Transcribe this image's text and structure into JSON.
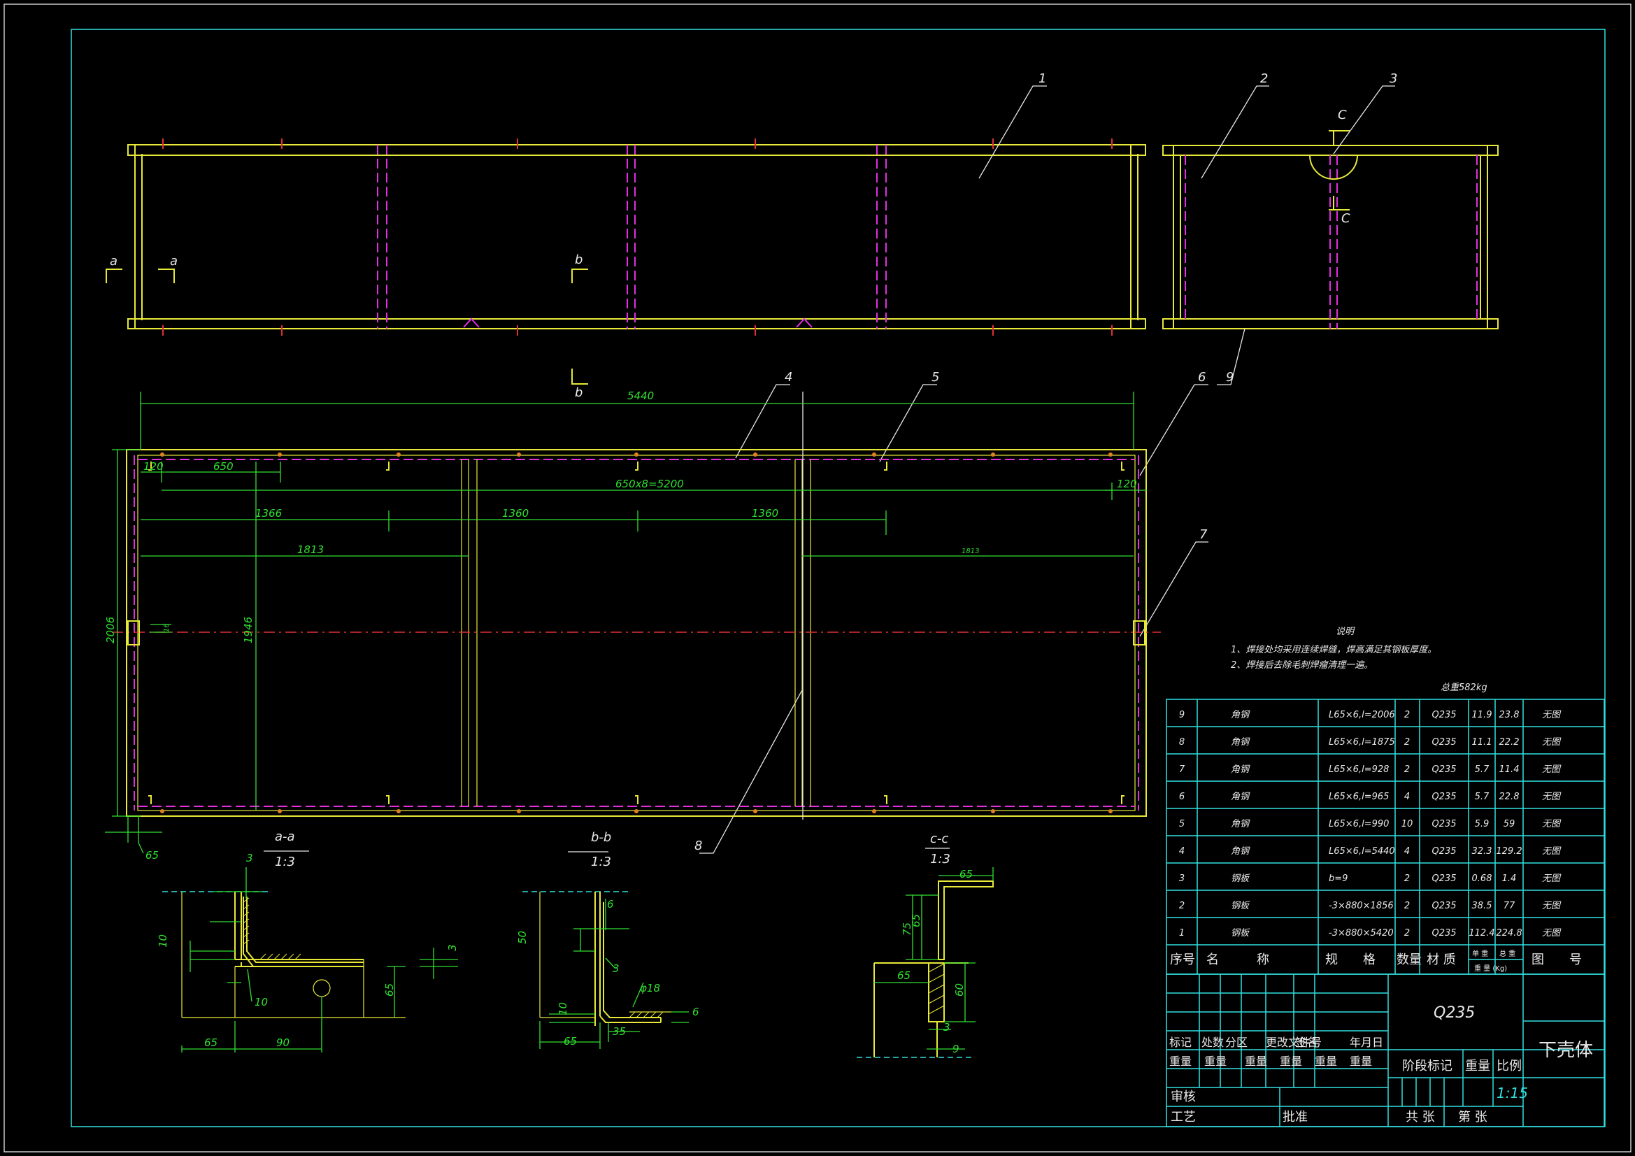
{
  "views": {
    "part_callouts": [
      "1",
      "2",
      "3",
      "4",
      "5",
      "6",
      "7",
      "8",
      "9"
    ],
    "section_c_label": "C",
    "section_a_label": "a",
    "section_b_label": "b"
  },
  "dimensions": {
    "overall_length": "5440",
    "edge_offset_left": "120",
    "edge_offset_right": "120",
    "first_pitch": "650",
    "pitch_total": "650x8=5200",
    "seg1": "1366",
    "seg2": "1360",
    "seg3": "1360",
    "span_left": "1813",
    "span_right": "1813",
    "overall_width": "2006",
    "inner_height": "1946",
    "small_offset": "16",
    "flange": "65"
  },
  "sections": [
    {
      "title": "a-a",
      "scale": "1:3",
      "dims": [
        "3",
        "10",
        "10",
        "65",
        "65",
        "90",
        "3"
      ]
    },
    {
      "title": "b-b",
      "scale": "1:3",
      "dims": [
        "6",
        "50",
        "3",
        "φ18",
        "10",
        "6",
        "65",
        "35"
      ]
    },
    {
      "title": "c-c",
      "scale": "1:3",
      "dims": [
        "65",
        "75",
        "65",
        "65",
        "60",
        "3",
        "9"
      ]
    }
  ],
  "notes": {
    "title": "说明",
    "items": [
      "1、焊接处均采用连续焊缝，焊高满足其钢板厚度。",
      "2、焊接后去除毛刺焊瘤清理一遍。"
    ],
    "total_weight": "总重582kg"
  },
  "bom": {
    "rows": [
      {
        "no": "9",
        "name": "角钢",
        "spec": "L65×6,l=2006",
        "qty": "2",
        "mat": "Q235",
        "unit": "11.9",
        "total": "23.8",
        "remark": "无图"
      },
      {
        "no": "8",
        "name": "角钢",
        "spec": "L65×6,l=1875",
        "qty": "2",
        "mat": "Q235",
        "unit": "11.1",
        "total": "22.2",
        "remark": "无图"
      },
      {
        "no": "7",
        "name": "角钢",
        "spec": "L65×6,l=928",
        "qty": "2",
        "mat": "Q235",
        "unit": "5.7",
        "total": "11.4",
        "remark": "无图"
      },
      {
        "no": "6",
        "name": "角钢",
        "spec": "L65×6,l=965",
        "qty": "4",
        "mat": "Q235",
        "unit": "5.7",
        "total": "22.8",
        "remark": "无图"
      },
      {
        "no": "5",
        "name": "角钢",
        "spec": "L65×6,l=990",
        "qty": "10",
        "mat": "Q235",
        "unit": "5.9",
        "total": "59",
        "remark": "无图"
      },
      {
        "no": "4",
        "name": "角钢",
        "spec": "L65×6,l=5440",
        "qty": "4",
        "mat": "Q235",
        "unit": "32.3",
        "total": "129.2",
        "remark": "无图"
      },
      {
        "no": "3",
        "name": "钢板",
        "spec": "b=9",
        "qty": "2",
        "mat": "Q235",
        "unit": "0.68",
        "total": "1.4",
        "remark": "无图"
      },
      {
        "no": "2",
        "name": "钢板",
        "spec": "-3×880×1856",
        "qty": "2",
        "mat": "Q235",
        "unit": "38.5",
        "total": "77",
        "remark": "无图"
      },
      {
        "no": "1",
        "name": "钢板",
        "spec": "-3×880×5420",
        "qty": "2",
        "mat": "Q235",
        "unit": "112.4",
        "total": "224.8",
        "remark": "无图"
      }
    ],
    "header": {
      "no": "序号",
      "name": "名　　　称",
      "spec": "规　　格",
      "qty": "数量",
      "mat": "材 质",
      "unit": "单 重",
      "total": "总 重",
      "weight_caption": "重 量 (Kg)",
      "remark": "图　　号"
    }
  },
  "title_block": {
    "material": "Q235",
    "part_name": "下壳体",
    "scale": "1:15",
    "rev_headers": [
      "标记",
      "处数",
      "分区",
      "更改文件号",
      "签名",
      "年月日"
    ],
    "sign_row": [
      "重量",
      "重量",
      "重量",
      "重量",
      "重量",
      "重量"
    ],
    "stage_label": "阶段标记",
    "weight_label": "重量",
    "scale_label": "比例",
    "review": "审核",
    "process": "工艺",
    "approve": "批准",
    "total_sheets": "共 张",
    "sheet_no": "第 张"
  }
}
